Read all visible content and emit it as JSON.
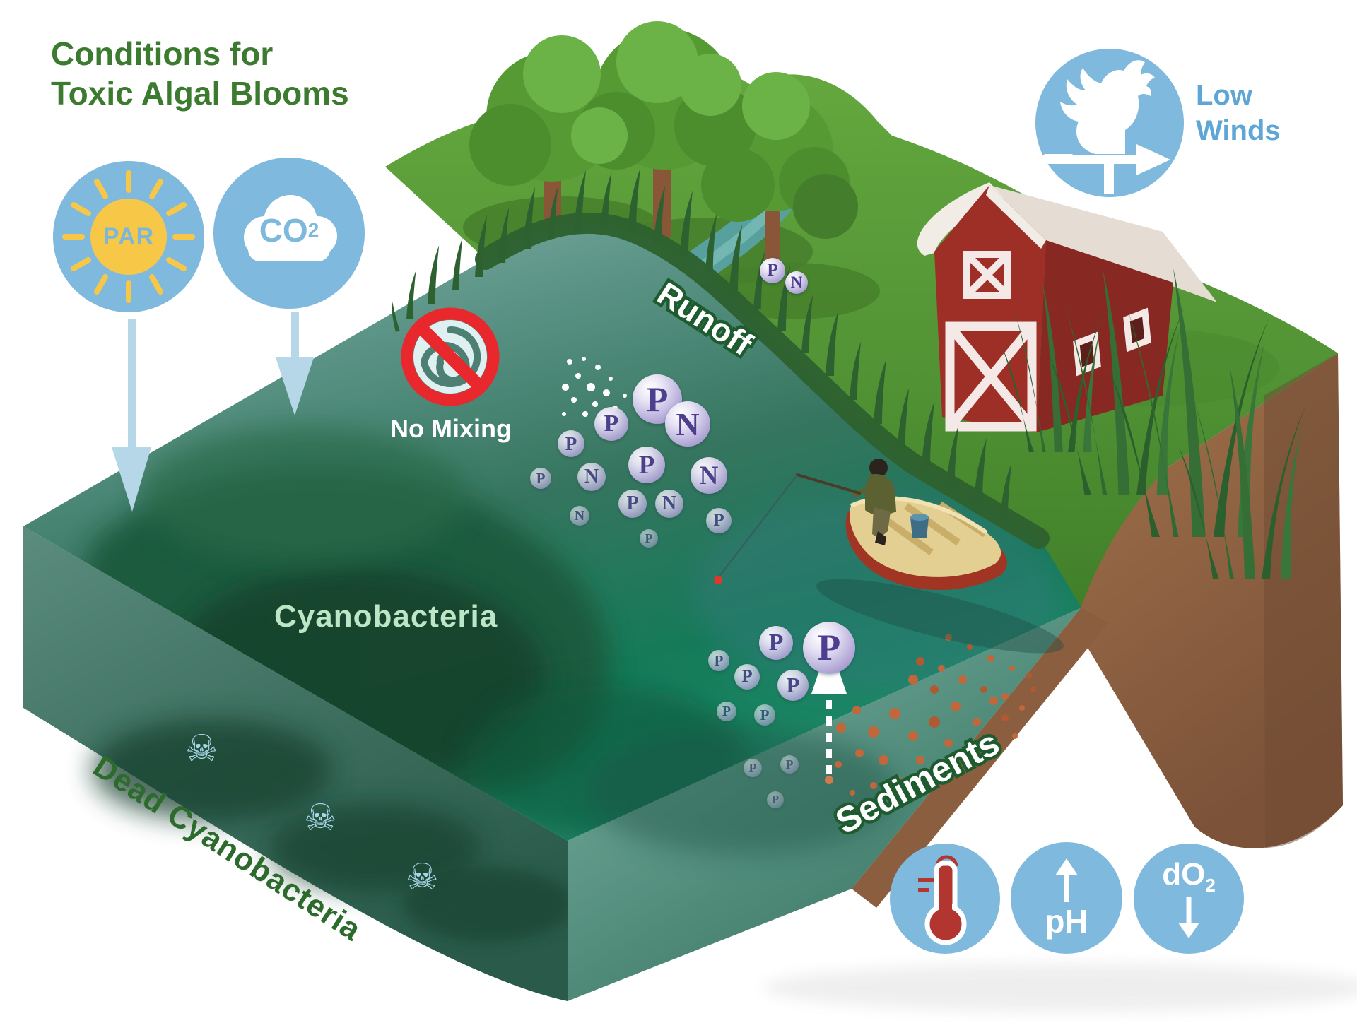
{
  "title": {
    "line1": "Conditions for",
    "line2": "Toxic Algal Blooms"
  },
  "badges": {
    "par": {
      "label": "PAR",
      "icon": "sun-icon"
    },
    "co2": {
      "base": "CO",
      "sub": "2",
      "icon": "cloud-icon"
    },
    "low_winds": {
      "line1": "Low",
      "line2": "Winds",
      "icon": "rooster-weathervane-icon"
    },
    "no_mixing": {
      "label": "No Mixing",
      "icon": "prohibited-spiral-icon"
    }
  },
  "scene_labels": {
    "runoff": "Runoff",
    "cyanobacteria": "Cyanobacteria",
    "dead_cyanobacteria": "Dead Cyanobacteria",
    "sediments": "Sediments"
  },
  "indicators": {
    "temperature": {
      "icon": "thermometer-icon"
    },
    "ph": {
      "label": "pH",
      "trend": "up",
      "icon": "up-arrow-icon"
    },
    "do2": {
      "base": "dO",
      "sub": "2",
      "trend": "down",
      "icon": "down-arrow-icon"
    }
  },
  "icons": {
    "skull_glyph": "☠"
  },
  "nutrients": {
    "spheres": [
      {
        "label": "P"
      },
      {
        "label": "N"
      },
      {
        "label": "P"
      },
      {
        "label": "P"
      },
      {
        "label": "P"
      },
      {
        "label": "N"
      },
      {
        "label": "P"
      },
      {
        "label": "N"
      },
      {
        "label": "P"
      },
      {
        "label": "N"
      },
      {
        "label": "P"
      },
      {
        "label": "N"
      },
      {
        "label": "P"
      },
      {
        "label": "P"
      },
      {
        "label": "N"
      },
      {
        "label": "P"
      },
      {
        "label": "P"
      },
      {
        "label": "P"
      },
      {
        "label": "P"
      },
      {
        "label": "P"
      },
      {
        "label": "P"
      },
      {
        "label": "P"
      },
      {
        "label": "P"
      },
      {
        "label": "P"
      },
      {
        "label": "P"
      }
    ]
  },
  "colors": {
    "title_green": "#3c7b2f",
    "label_outline_green": "#1e5c30",
    "icon_circle_blue": "#7fb9dd",
    "icon_text_blue": "#5fa6d6",
    "sun_yellow": "#f7c848",
    "prohibition_red": "#e8282c",
    "barn_red": "#9e2f27",
    "sphere_letter_purple": "#4e3e8f",
    "water_teal": "#4e8a7c",
    "bloom_dark_green": "#1d5a3e",
    "skull_blue": "#a9d6e5",
    "sediment_orange": "#c2663c",
    "thermometer_red": "#b23530",
    "cyanobacteria_label": "#bce6c6",
    "dead_cyanobacteria_label": "#2d6b2d"
  }
}
